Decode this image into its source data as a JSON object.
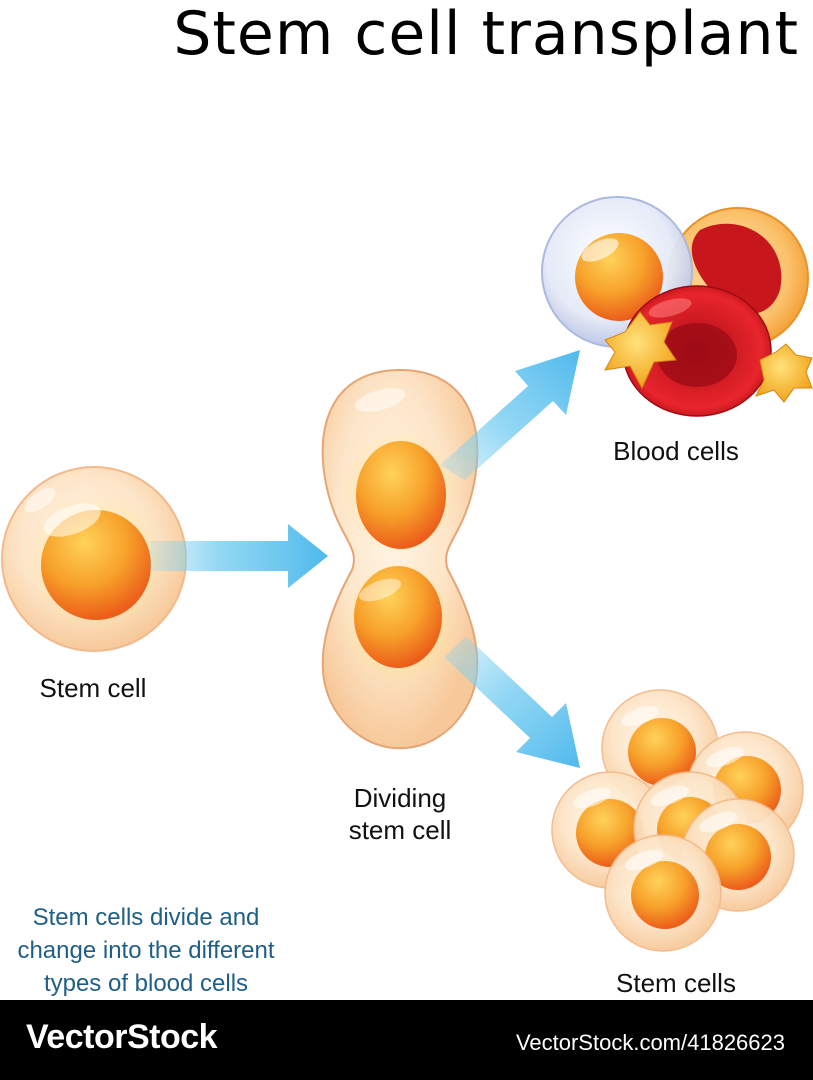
{
  "title": "Stem cell transplant",
  "labels": {
    "stem_cell": "Stem cell",
    "dividing_line1": "Dividing",
    "dividing_line2": "stem cell",
    "blood_cells": "Blood cells",
    "stem_cells": "Stem cells"
  },
  "caption": {
    "line1": "Stem cells divide and",
    "line2": "change into the different",
    "line3": "types of blood cells"
  },
  "footer": {
    "brand": "VectorStock",
    "credit": "VectorStock.com/41826623"
  },
  "colors": {
    "arrow": "#7fd0f2",
    "caption": "#1f5f87",
    "red_cell": "#d8141a",
    "nucleus": "#f7a12a",
    "membrane": "#fde1c2"
  }
}
